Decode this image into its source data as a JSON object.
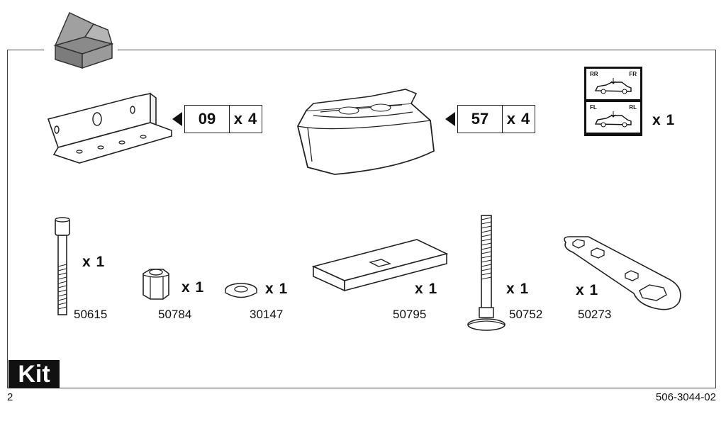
{
  "kit_label": "Kit",
  "page_number": "2",
  "doc_number": "506-3044-02",
  "top_row": {
    "bracket": {
      "part": "09",
      "qty": "x 4"
    },
    "foot_pad": {
      "part": "57",
      "qty": "x 4"
    },
    "sticker": {
      "qty": "x 1",
      "upper_left": "RR",
      "upper_right": "FR",
      "lower_left": "FL",
      "lower_right": "RL"
    }
  },
  "bottom_row": {
    "bolt_long": {
      "code": "50615",
      "qty": "x 1"
    },
    "nut": {
      "code": "50784",
      "qty": "x 1"
    },
    "washer": {
      "code": "30147",
      "qty": "x 1"
    },
    "plate": {
      "code": "50795",
      "qty": "x 1"
    },
    "carriage_bolt": {
      "code": "50752",
      "qty": "x 1"
    },
    "wrench": {
      "code": "50273",
      "qty": "x 1"
    }
  }
}
